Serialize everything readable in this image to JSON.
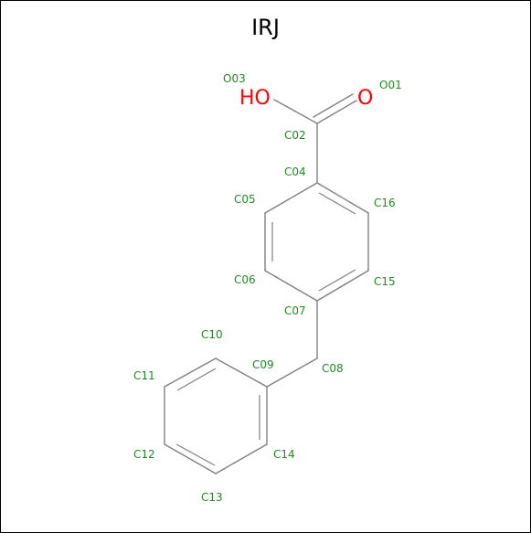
{
  "title": "IRJ",
  "heteroatoms": {
    "hydroxyl": "HO",
    "carbonyl_o": "O"
  },
  "atom_labels": {
    "O01": "O01",
    "C02": "C02",
    "O03": "O03",
    "C04": "C04",
    "C05": "C05",
    "C06": "C06",
    "C07": "C07",
    "C08": "C08",
    "C09": "C09",
    "C10": "C10",
    "C11": "C11",
    "C12": "C12",
    "C13": "C13",
    "C14": "C14",
    "C15": "C15",
    "C16": "C16"
  },
  "colors": {
    "bond": "#808080",
    "heteroatom": "#ff0000",
    "atom_label": "#228b22"
  }
}
